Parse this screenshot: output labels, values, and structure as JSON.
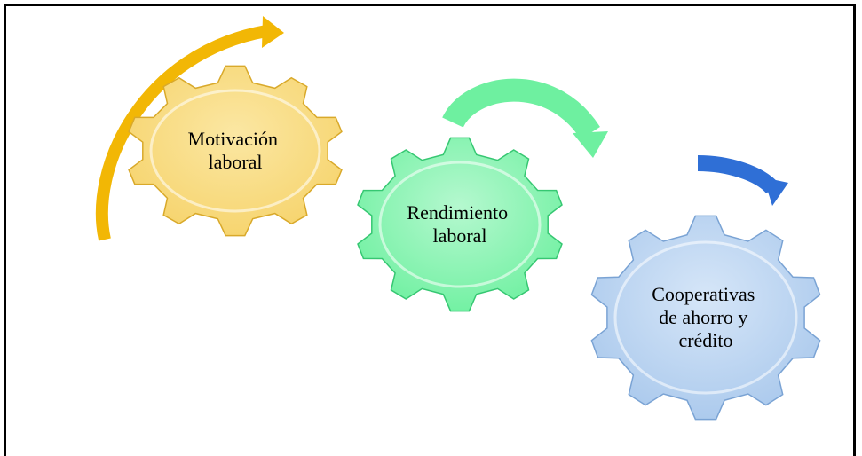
{
  "diagram": {
    "gears": [
      {
        "lines": [
          "Motivación",
          "laboral"
        ],
        "fill": "#f6d36b",
        "light": "#fbe7a3",
        "dark": "#d9a92a"
      },
      {
        "lines": [
          "Rendimiento",
          "laboral"
        ],
        "fill": "#6ef0a0",
        "light": "#b5f8cf",
        "dark": "#36c772"
      },
      {
        "lines": [
          "Cooperativas",
          "de ahorro y",
          "crédito"
        ],
        "fill": "#a9c8ec",
        "light": "#d6e6f8",
        "dark": "#7aa3d4"
      }
    ],
    "arrows": [
      {
        "color": "#f2b705",
        "dark": "#c98f00"
      },
      {
        "color": "#6ef0a0",
        "dark": "#3ad27a"
      },
      {
        "color": "#2f6fd6",
        "dark": "#1f4fa8"
      }
    ]
  }
}
